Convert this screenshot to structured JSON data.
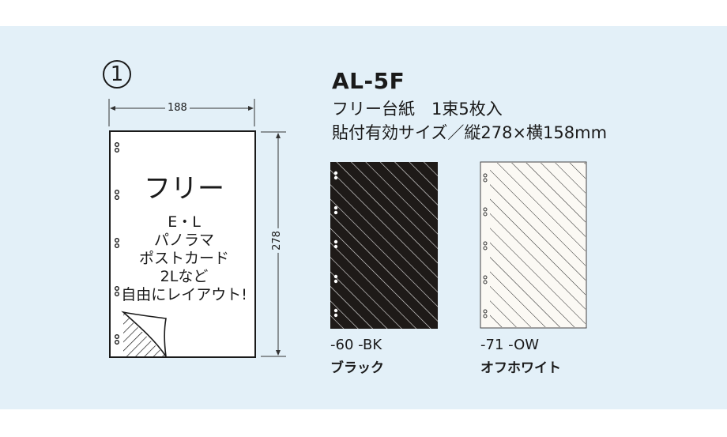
{
  "diagram": {
    "number": "1",
    "width_label": "188",
    "height_label": "278",
    "sheet": {
      "title": "フリー",
      "lines": [
        "E・L",
        "パノラマ",
        "ポストカード",
        "2Lなど",
        "自由にレイアウト!"
      ]
    }
  },
  "product": {
    "code": "AL-5F",
    "line1": "フリー台紙　1束5枚入",
    "line2": "貼付有効サイズ／縦278×横158mm"
  },
  "variants": [
    {
      "code": "-60 -BK",
      "name": "ブラック",
      "color": "#1e1a18"
    },
    {
      "code": "-71 -OW",
      "name": "オフホワイト",
      "color": "#fbf9f4"
    }
  ]
}
